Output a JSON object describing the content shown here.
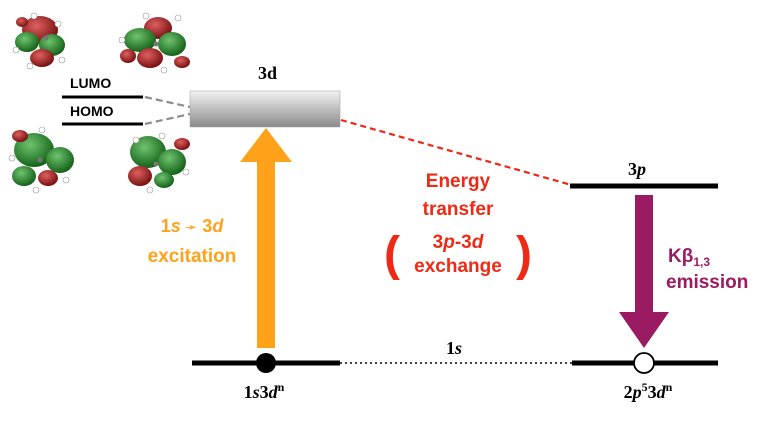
{
  "orbitals": {
    "lumo": "LUMO",
    "homo": "HOMO"
  },
  "levels": {
    "d3": "3d",
    "p3_num": "3",
    "p3_letter": "p",
    "s1_num": "1",
    "s1_letter": "s",
    "ground_num1": "1",
    "ground_s": "s",
    "ground_num2": "3",
    "ground_d": "d",
    "ground_sup": "n",
    "final_num1": "2",
    "final_p": "p",
    "final_sup1": "5",
    "final_num2": "3",
    "final_d": "d",
    "final_sup2": "n"
  },
  "excitation": {
    "line1_a": "1",
    "line1_s": "s",
    "line1_arrow": "➛",
    "line1_b": " 3",
    "line1_d": "d",
    "line2": "excitation"
  },
  "transfer": {
    "line1": "Energy",
    "line2": "transfer",
    "line3_a": "3",
    "line3_p": "p",
    "line3_dash": "-3",
    "line3_d": "d",
    "line4": "exchange",
    "paren_open": "(",
    "paren_close": ")"
  },
  "emission": {
    "line1_k": "Kβ",
    "line1_sub": "1,3",
    "line2": "emission"
  },
  "colors": {
    "orange": "#FFA21A",
    "red": "#EE2A16",
    "purple": "#9B1B62",
    "black": "#000000"
  }
}
